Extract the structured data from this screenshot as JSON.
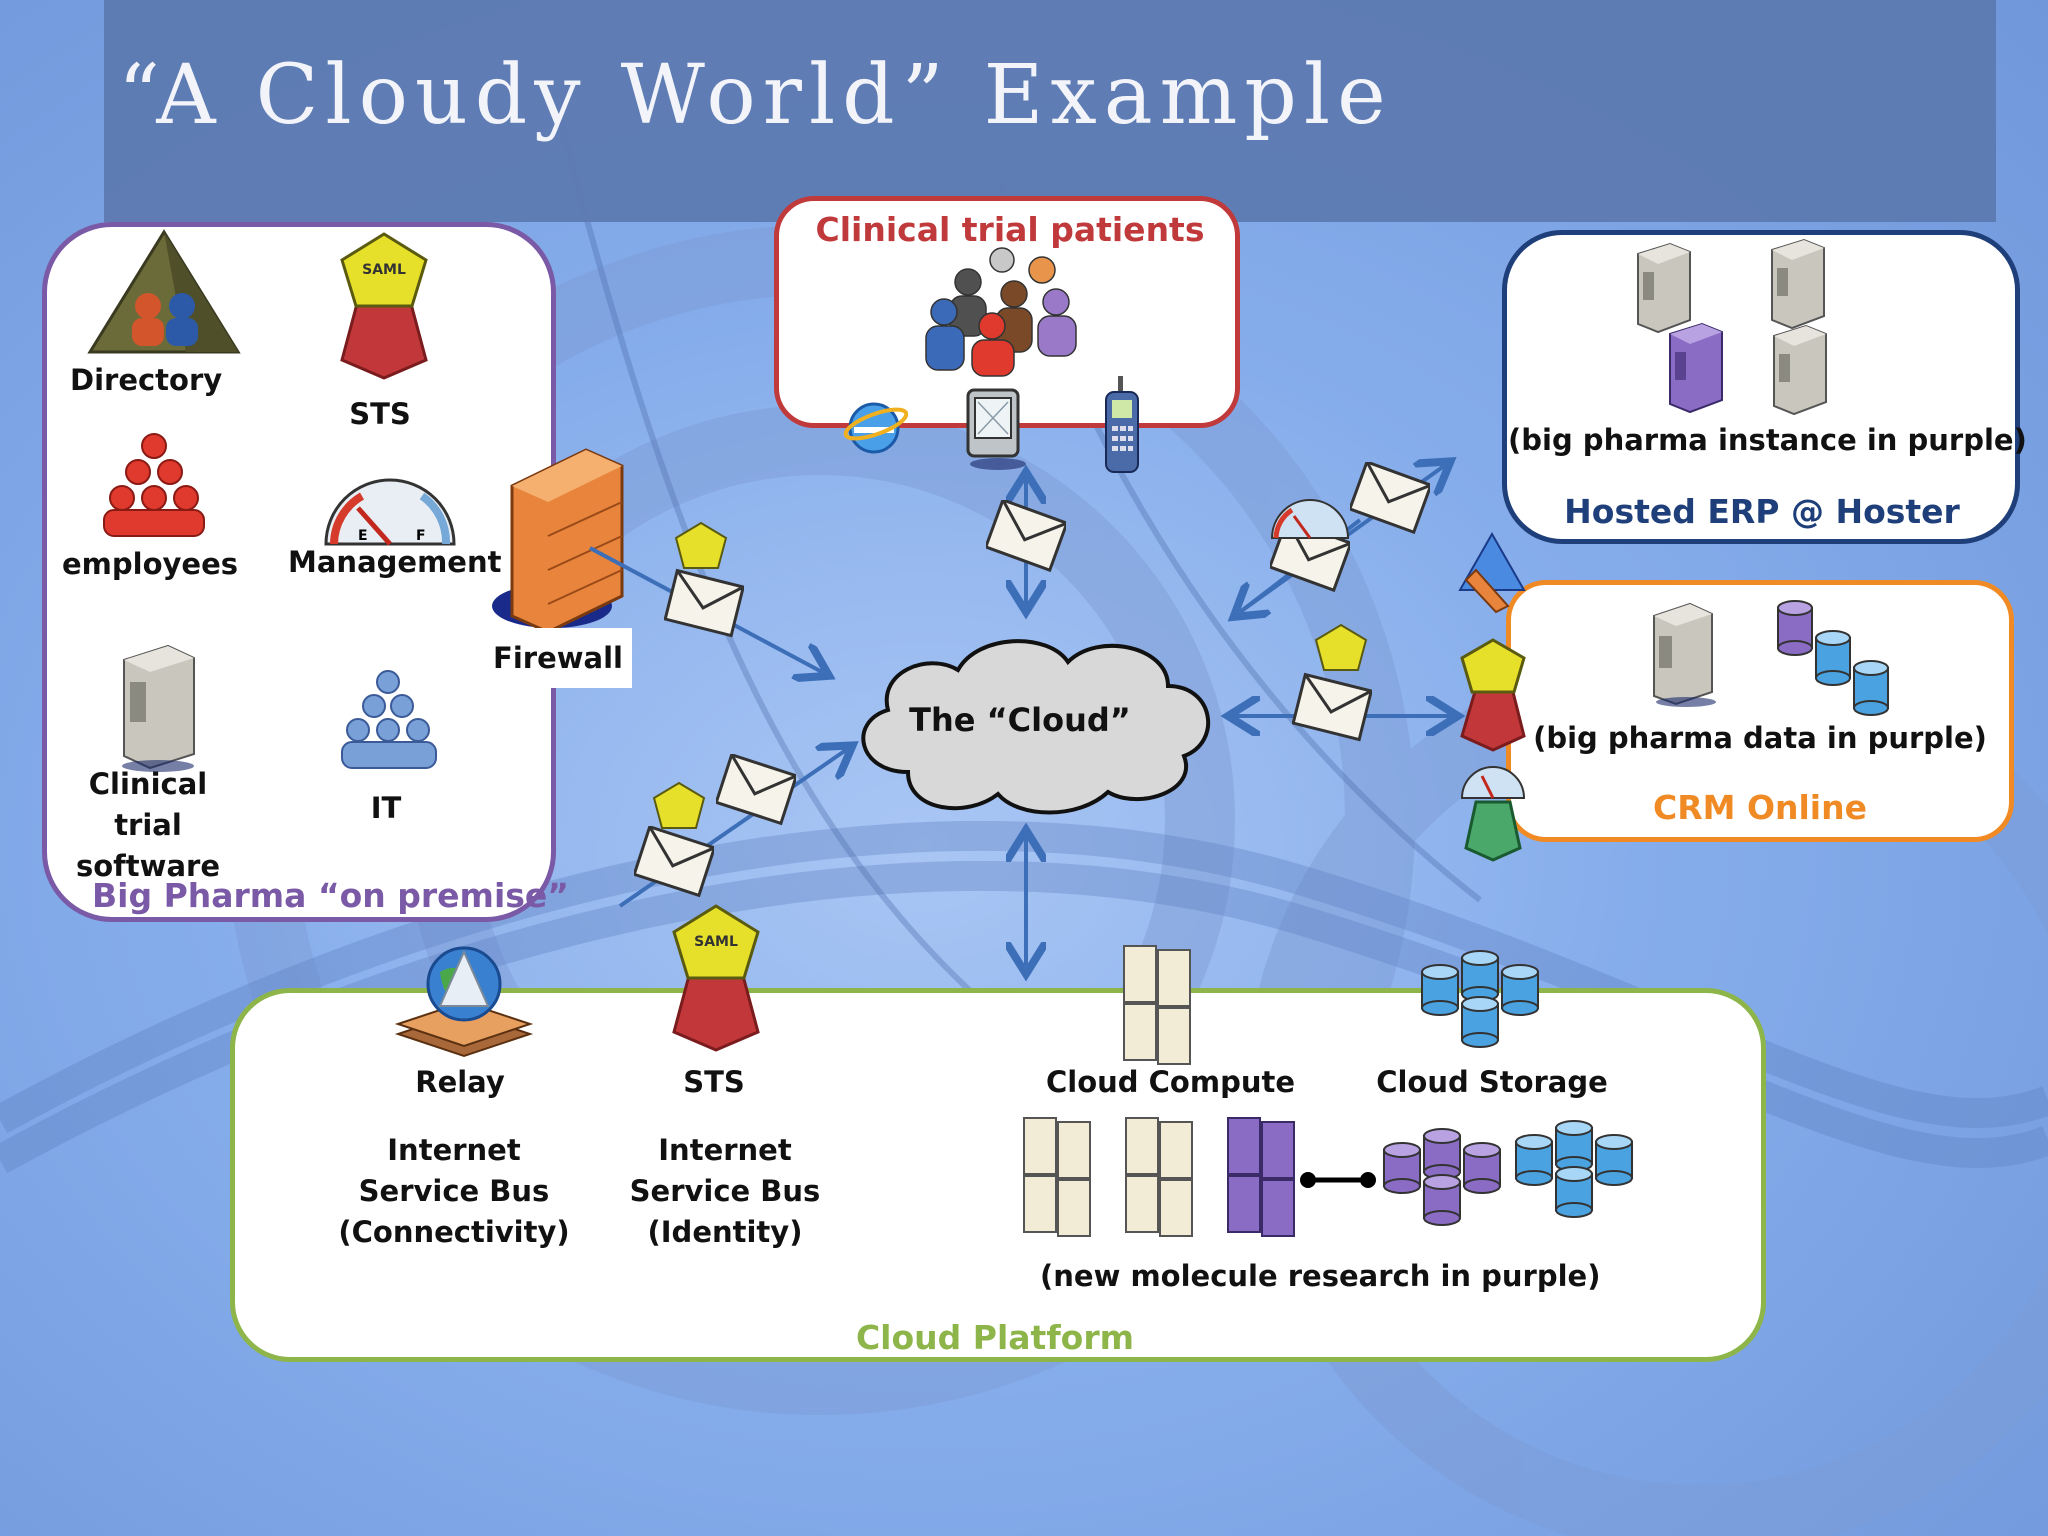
{
  "slide": {
    "title": "“A Cloudy World” Example"
  },
  "on_premise": {
    "title": "Big Pharma  “on premise”",
    "items": {
      "directory": "Directory",
      "sts": "STS",
      "employees": "employees",
      "management": "Management",
      "clinical_software": "Clinical trial\nsoftware",
      "it": "IT"
    },
    "color": "#7a5aa6"
  },
  "firewall": {
    "label": "Firewall"
  },
  "patients": {
    "title": "Clinical trial patients",
    "color": "#c0393b"
  },
  "erp": {
    "caption": "(big pharma instance in purple)",
    "title": "Hosted ERP @ Hoster",
    "color": "#1f3f7a"
  },
  "crm": {
    "caption": "(big pharma data in purple)",
    "title": "CRM Online",
    "color": "#f08a24"
  },
  "cloud": {
    "label": "The “Cloud”"
  },
  "platform": {
    "title": "Cloud Platform",
    "color": "#8db54a",
    "relay": {
      "label": "Relay",
      "desc": "Internet\nService Bus\n(Connectivity)"
    },
    "sts": {
      "label": "STS",
      "desc": "Internet\nService Bus\n(Identity)"
    },
    "compute": "Cloud Compute",
    "storage": "Cloud Storage",
    "research": "(new molecule research in purple)"
  },
  "token_label": "SAML",
  "gauge_letters": {
    "empty": "E",
    "full": "F"
  },
  "colors": {
    "title_band": "#5d7ab0",
    "connector": "#3d6fb8",
    "purple": "#8a6cc4",
    "db_blue": "#4aa3e0"
  }
}
